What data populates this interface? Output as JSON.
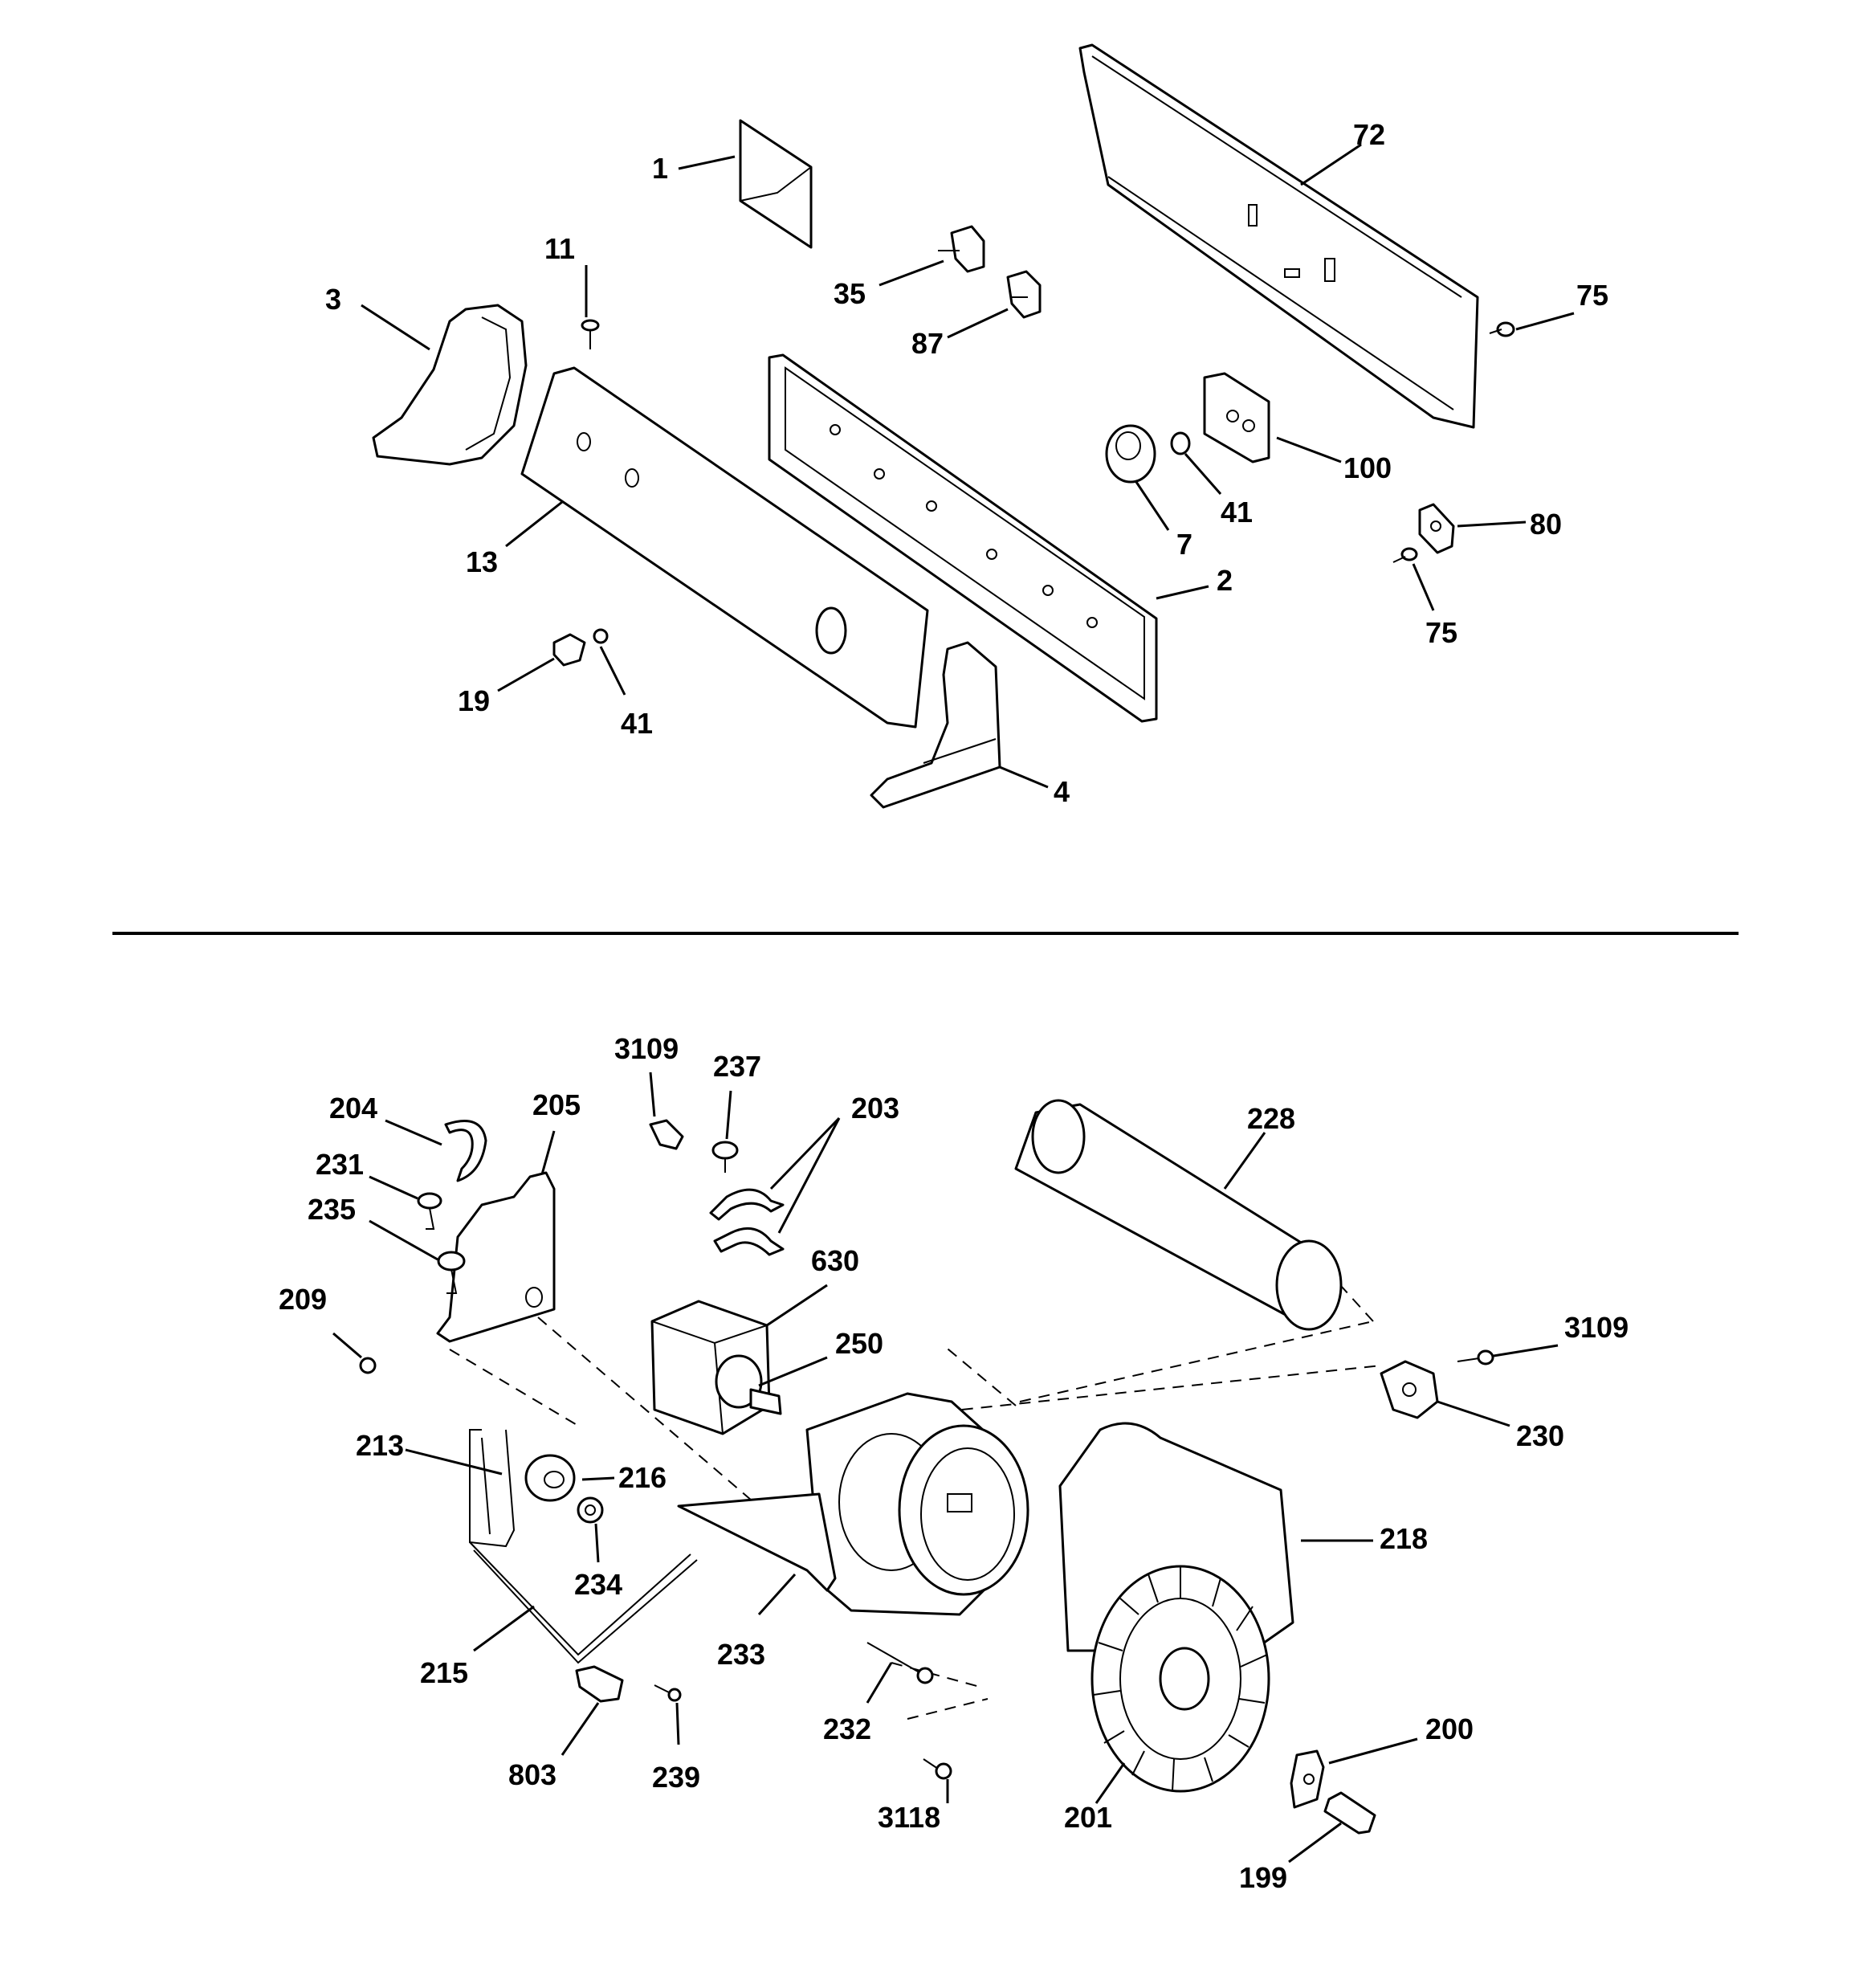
{
  "callouts": {
    "c1": "1",
    "c72": "72",
    "c11": "11",
    "c35": "35",
    "c87": "87",
    "c3": "3",
    "c75a": "75",
    "c100": "100",
    "c41a": "41",
    "c7": "7",
    "c13": "13",
    "c80": "80",
    "c2": "2",
    "c75b": "75",
    "c19": "19",
    "c41b": "41",
    "c4": "4",
    "c3109a": "3109",
    "c237": "237",
    "c203": "203",
    "c204": "204",
    "c205": "205",
    "c228": "228",
    "c231": "231",
    "c235": "235",
    "c630": "630",
    "c209": "209",
    "c250": "250",
    "c3109b": "3109",
    "c230": "230",
    "c213": "213",
    "c216": "216",
    "c218": "218",
    "c234": "234",
    "c233": "233",
    "c215": "215",
    "c232": "232",
    "c200": "200",
    "c803": "803",
    "c239": "239",
    "c3118": "3118",
    "c201": "201",
    "c199": "199"
  }
}
